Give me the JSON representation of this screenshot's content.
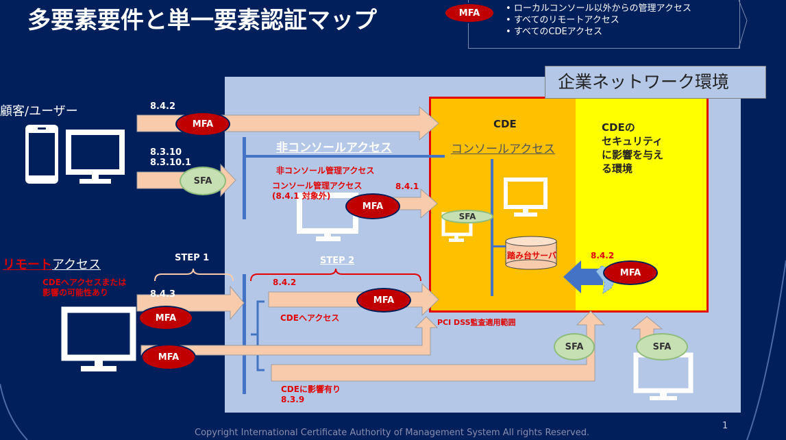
{
  "title": "多要素要件と単一要素認証マップ",
  "legend": {
    "badge": "MFA",
    "items": [
      "ローカルコンソール以外からの管理アクセス",
      "すべてのリモートアクセス",
      "すべてのCDEアクセス"
    ]
  },
  "network_label": "企業ネットワーク環境",
  "customer_label": "顧客/ユーザー",
  "remote_label_red": "リモート",
  "remote_label_rest": "アクセス",
  "remote_note": [
    "CDEへアクセスまたは",
    "影響の可能性あり"
  ],
  "cde_label": "CDE",
  "affect_label": [
    "CDEの",
    "セキュリティ",
    "に影響を与え",
    "る環境"
  ],
  "non_console_label": "非コンソールアクセス",
  "console_label": "コンソールアクセス",
  "non_console_admin": "非コンソール管理アクセス",
  "console_admin": "コンソール管理アクセス",
  "console_admin_note": "(8.4.1 対象外)",
  "step1": "STEP 1",
  "step2": "STEP 2",
  "jump_server": "踏み台サーバ",
  "to_cde": "CDEへアクセス",
  "affects_cde": "CDEに影響有り",
  "pci_scope": "PCI DSS監査適用範囲",
  "req": {
    "r842a": "8.4.2",
    "r8310": "8.3.10",
    "r83101": "8.3.10.1",
    "r841": "8.4.1",
    "r842b": "8.4.2",
    "r843": "8.4.3",
    "r842c": "8.4.2",
    "r839": "8.3.9"
  },
  "badges": {
    "mfa": "MFA",
    "sfa": "SFA"
  },
  "footer": "Copyright International Certificate Authority of Management System All rights Reserved.",
  "page_number": "1",
  "colors": {
    "background": "#001f5b",
    "network": "#b4c7e7",
    "cde": "#ffc000",
    "affect": "#ffff00",
    "mfa": "#c00000",
    "sfa": "#c6e0b4",
    "arrow": "#f8cbad"
  }
}
